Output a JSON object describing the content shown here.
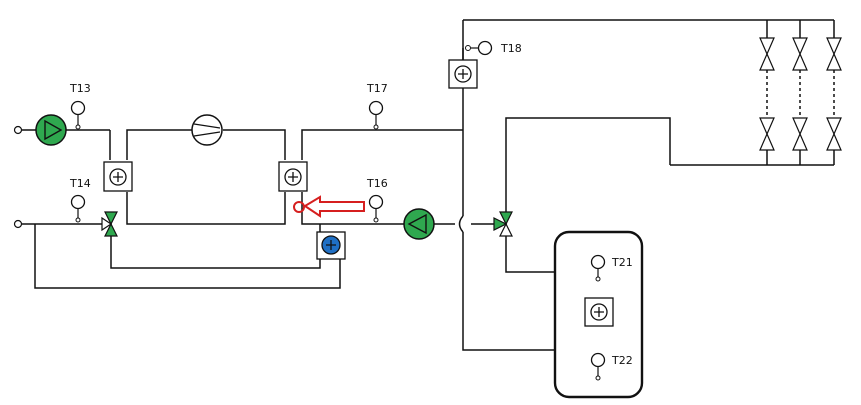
{
  "sensors": {
    "t13": "T13",
    "t14": "T14",
    "t16": "T16",
    "t17": "T17",
    "t18": "T18",
    "t21": "T21",
    "t22": "T22"
  },
  "colors": {
    "pump": "#2fa84f",
    "valve_active": "#2fa84f",
    "heater_blue": "#1f6fc4",
    "alert": "#d61f1f",
    "line": "#111111"
  },
  "icons": {
    "pump": "pump-icon",
    "compressor": "compressor-icon",
    "heat_exchanger": "heat-exchanger-icon",
    "three_way_valve": "three-way-valve-icon",
    "two_way_valve": "two-way-valve-icon",
    "temperature_sensor": "temperature-sensor-icon",
    "tank": "storage-tank-icon",
    "flow_arrow": "flow-arrow-icon"
  }
}
